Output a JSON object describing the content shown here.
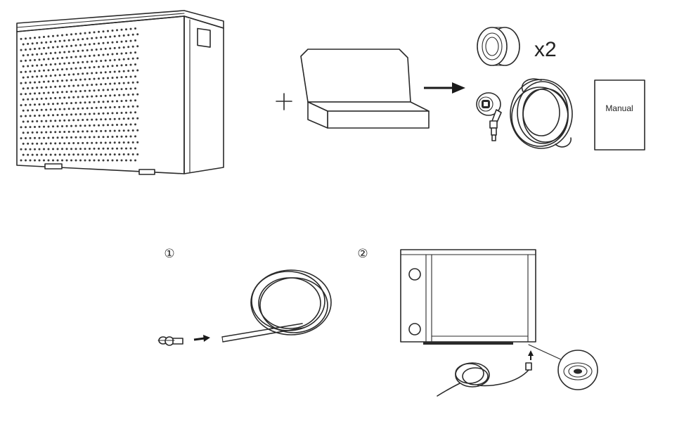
{
  "quantity_label": "x2",
  "manual_label": "Manual",
  "step_labels": [
    "①",
    "②"
  ],
  "icons": {
    "heat_pump": "heat-pump-unit-icon",
    "plus": "plus-icon",
    "foam_package": "foam-package-icon",
    "arrow": "arrow-right-icon",
    "rubber_ring": "rubber-ring-icon",
    "drain_connector": "drain-connector-icon",
    "drain_hose": "drain-hose-icon",
    "manual": "manual-booklet-icon"
  }
}
